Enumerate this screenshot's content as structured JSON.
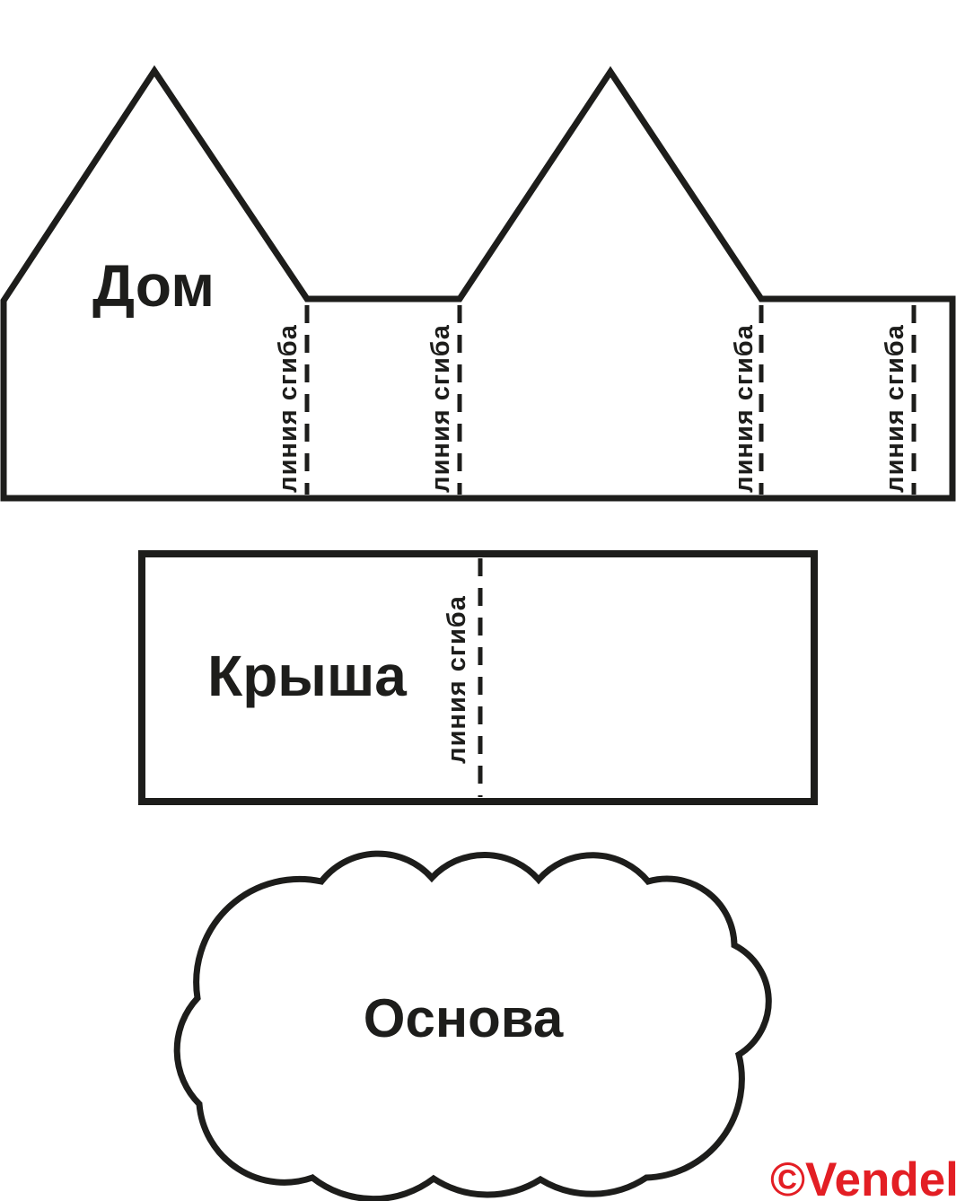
{
  "colors": {
    "outline": "#1d1d1b",
    "background": "#ffffff",
    "watermark_red": "#e31e24"
  },
  "templates": {
    "house": {
      "label": "Дом",
      "fold_lines": [
        {
          "label": "линия сгиба"
        },
        {
          "label": "линия сгиба"
        },
        {
          "label": "линия сгиба"
        },
        {
          "label": "линия сгиба"
        }
      ]
    },
    "roof": {
      "label": "Крыша",
      "fold_line": {
        "label": "линия сгиба"
      }
    },
    "base": {
      "label": "Основа"
    }
  },
  "watermark": {
    "text": "©Vendel"
  }
}
